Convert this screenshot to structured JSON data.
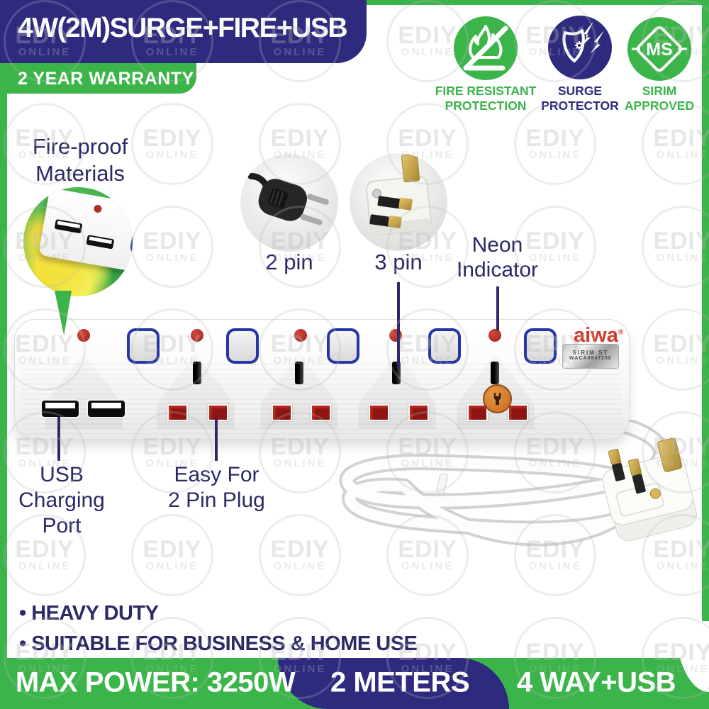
{
  "colors": {
    "navy": "#2e2b7f",
    "green": "#3bb54a",
    "brand_red": "#cf3a2b",
    "text_navy": "#2b2966"
  },
  "header": {
    "title": "4W(2M)SURGE+FIRE+USB",
    "warranty": "2 YEAR WARRANTY"
  },
  "badges": [
    {
      "line1": "FIRE RESISTANT",
      "line2": "PROTECTION"
    },
    {
      "line1": "SURGE",
      "line2": "PROTECTOR"
    },
    {
      "line1": "SIRIM",
      "line2": "APPROVED",
      "logo_text": "MS"
    }
  ],
  "callouts": {
    "fireproof_line1": "Fire-proof",
    "fireproof_line2": "Materials",
    "pin2_label": "2 pin",
    "pin3_label": "3 pin",
    "neon_line1": "Neon",
    "neon_line2": "Indicator",
    "usb_line1": "USB",
    "usb_line2": "Charging",
    "usb_line3": "Port",
    "easy_line1": "Easy For",
    "easy_line2": "2 Pin Plug"
  },
  "product": {
    "brand": "aiwa",
    "brand_mark": "®",
    "sticker_line1": "SIRIM ST",
    "sticker_line2": "WACA0947250"
  },
  "features": {
    "item1": "• HEAVY DUTY",
    "item2": "• SUITABLE FOR BUSINESS & HOME USE"
  },
  "footer": {
    "power": "MAX POWER: 3250W",
    "length": "2 METERS",
    "ways": "4 WAY+USB"
  },
  "watermark": {
    "line1": "EDIY",
    "line2": "ONLINE"
  }
}
